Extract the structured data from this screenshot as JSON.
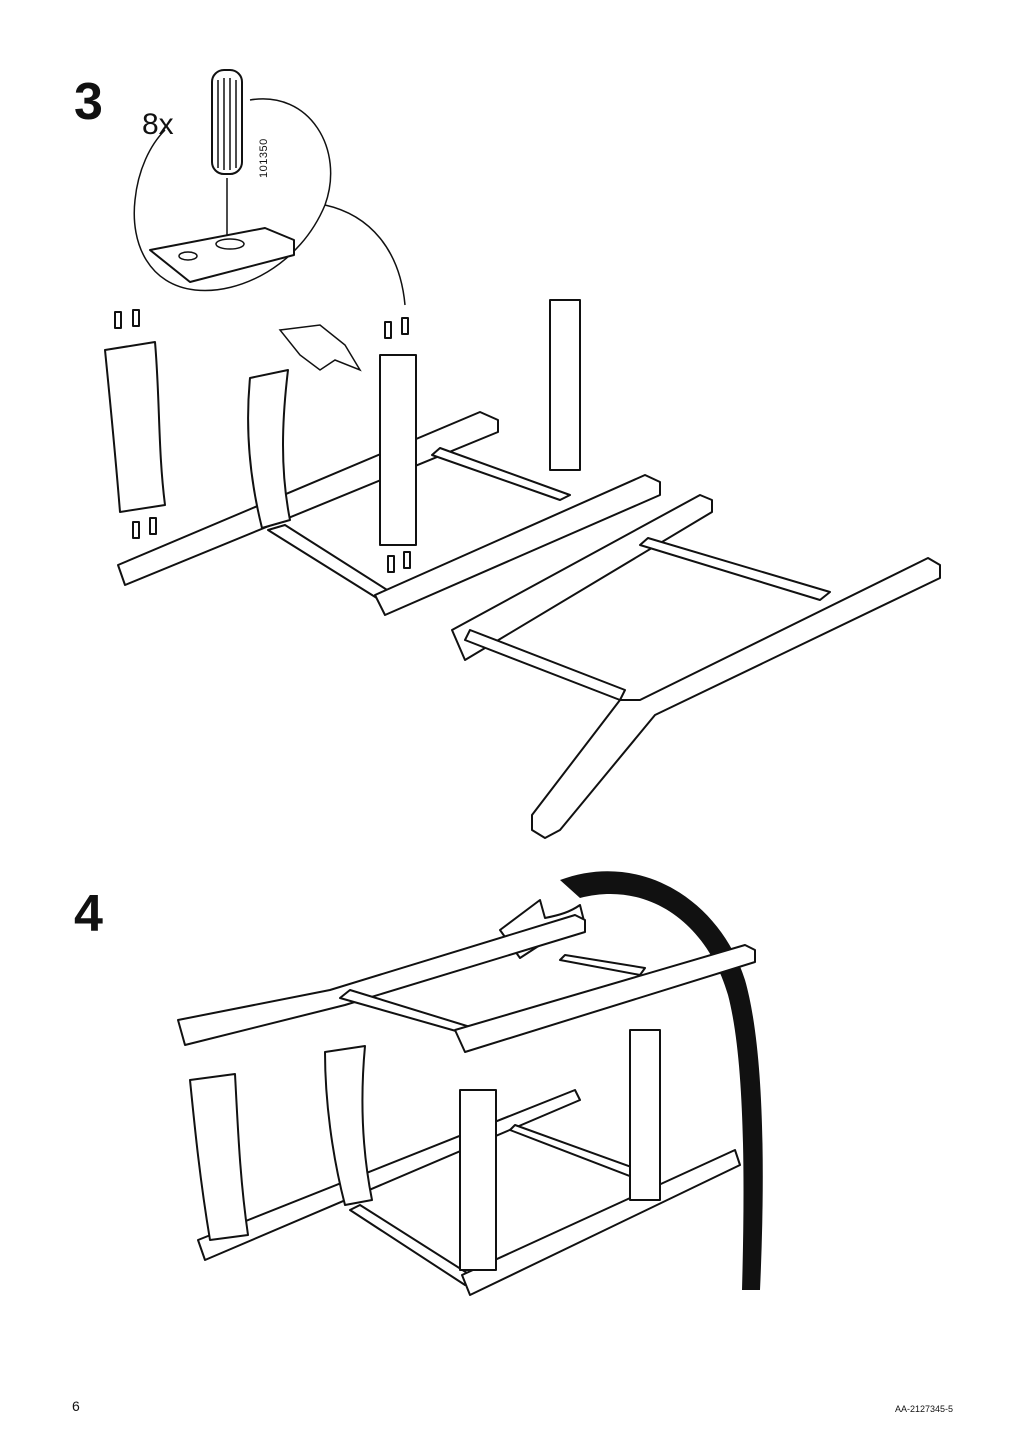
{
  "step3": {
    "number": "3",
    "quantity": "8x",
    "part_number": "101350"
  },
  "step4": {
    "number": "4"
  },
  "footer": {
    "page_number": "6",
    "document_code": "AA-2127345-5"
  }
}
